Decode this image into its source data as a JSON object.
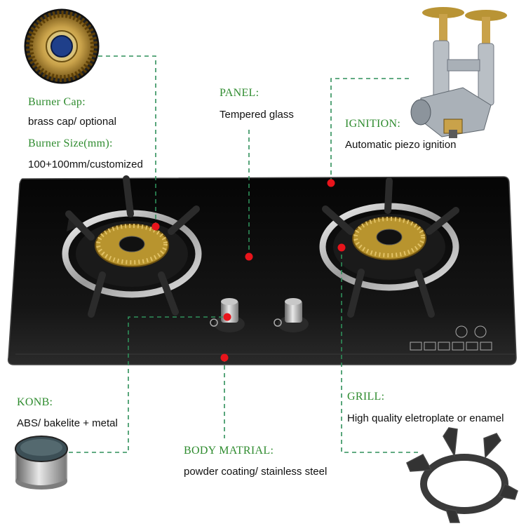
{
  "callouts": {
    "burner_cap": {
      "title": "Burner Cap:",
      "text": "brass cap/ optional"
    },
    "burner_size": {
      "title": "Burner Size(mm):",
      "text": "100+100mm/customized"
    },
    "panel": {
      "title": "PANEL:",
      "text": "Tempered glass"
    },
    "ignition": {
      "title": "IGNITION:",
      "text": "Automatic piezo ignition"
    },
    "knob": {
      "title": "KONB:",
      "text": "ABS/ bakelite + metal"
    },
    "body_material": {
      "title": "BODY MATRIAL:",
      "text": "powder coating/ stainless steel"
    },
    "grill": {
      "title": "GRILL:",
      "text": "High quality eletroplate or enamel"
    }
  },
  "colors": {
    "label_green": "#2e8b2e",
    "leader_green": "#2f8f5a",
    "marker_red": "#e8141b",
    "glass": "#0b0b0b"
  }
}
